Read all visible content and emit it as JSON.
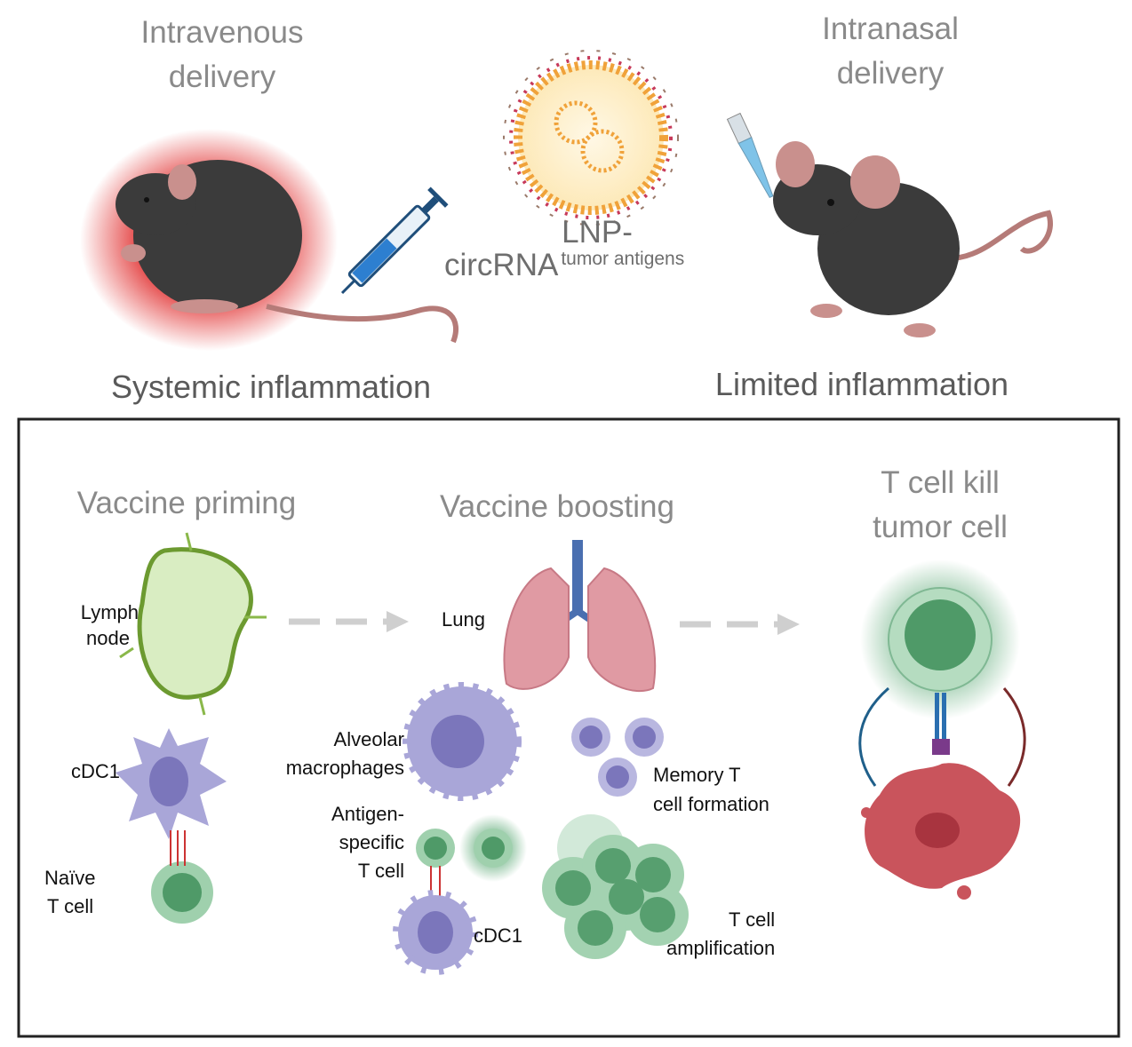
{
  "top": {
    "intravenous": [
      "Intravenous",
      "delivery"
    ],
    "intranasal": [
      "Intranasal",
      "delivery"
    ],
    "lnp_line1": "LNP-",
    "lnp_line2": "circRNA",
    "lnp_superscript": "tumor antigens",
    "systemic": "Systemic inflammation",
    "limited": "Limited inflammation"
  },
  "panel": {
    "priming_title": "Vaccine priming",
    "boosting_title": "Vaccine boosting",
    "kill_title": [
      "T cell kill",
      "tumor cell"
    ],
    "lymph_node": [
      "Lymph",
      "node"
    ],
    "lung": "Lung",
    "cdc1_left": "cDC1",
    "naive_t_cell": [
      "Naïve",
      "T cell"
    ],
    "alveolar": [
      "Alveolar",
      "macrophages"
    ],
    "antigen_specific": [
      "Antigen-",
      "specific",
      "T cell"
    ],
    "cdc1_mid": "cDC1",
    "memory": [
      "Memory T",
      "cell formation"
    ],
    "amplification": [
      "T cell",
      "amplification"
    ]
  },
  "colors": {
    "mouse": "#3b3b3b",
    "inflammation": "#e02a2a",
    "t_cell": "#5aa874",
    "dendritic_cell": "#a9a6d8",
    "tumor": "#c9545c",
    "lung": "#e09aa3",
    "lymph_node": "#d9edc2"
  }
}
